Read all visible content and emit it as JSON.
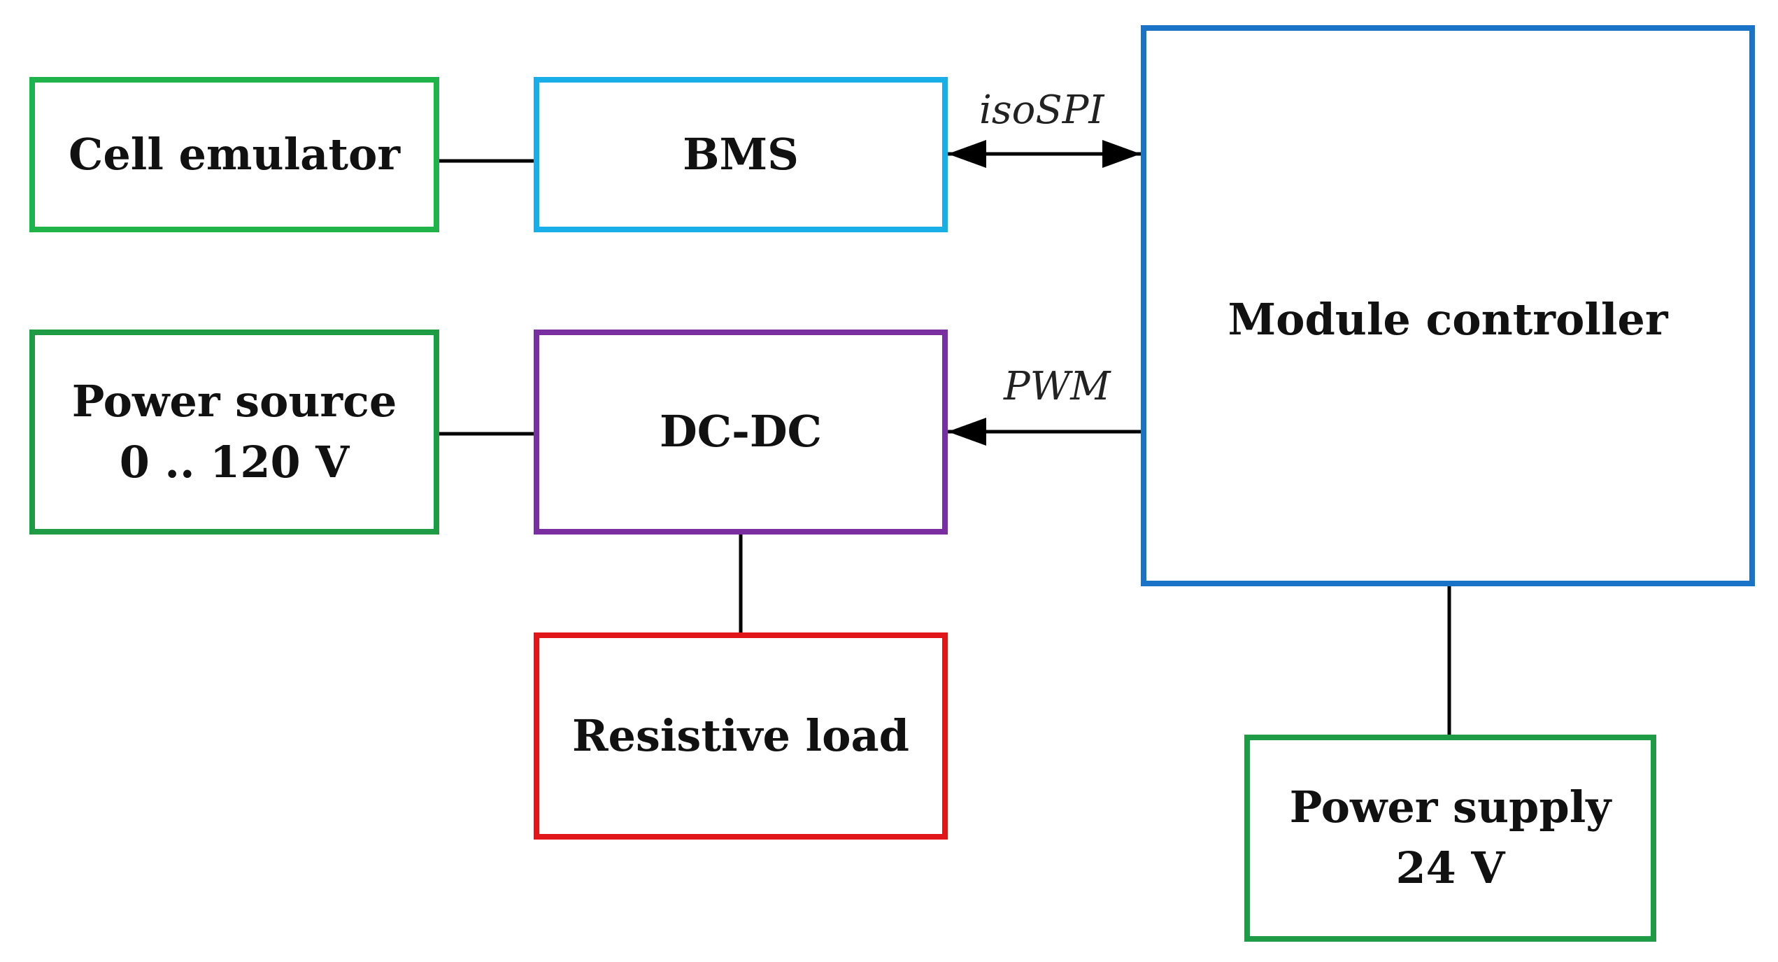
{
  "colors": {
    "cell_emulator": "#1fb34a",
    "bms": "#1aaee8",
    "module_controller": "#1a73c6",
    "power_source": "#1f9a45",
    "dcdc": "#7a2fa0",
    "resistive_load": "#e0161b",
    "power_supply": "#1f9a45",
    "connector": "#000000"
  },
  "boxes": {
    "cell_emulator": {
      "lines": [
        "Cell emulator"
      ]
    },
    "bms": {
      "lines": [
        "BMS"
      ]
    },
    "module_controller": {
      "lines": [
        "Module controller"
      ]
    },
    "power_source": {
      "lines": [
        "Power source",
        "0 .. 120 V"
      ]
    },
    "dcdc": {
      "lines": [
        "DC-DC"
      ]
    },
    "resistive_load": {
      "lines": [
        "Resistive load"
      ]
    },
    "power_supply": {
      "lines": [
        "Power supply",
        "24 V"
      ]
    }
  },
  "connections": {
    "isospi": {
      "label": "isoSPI",
      "direction": "bidirectional"
    },
    "pwm": {
      "label": "PWM",
      "direction": "to-dcdc"
    }
  }
}
